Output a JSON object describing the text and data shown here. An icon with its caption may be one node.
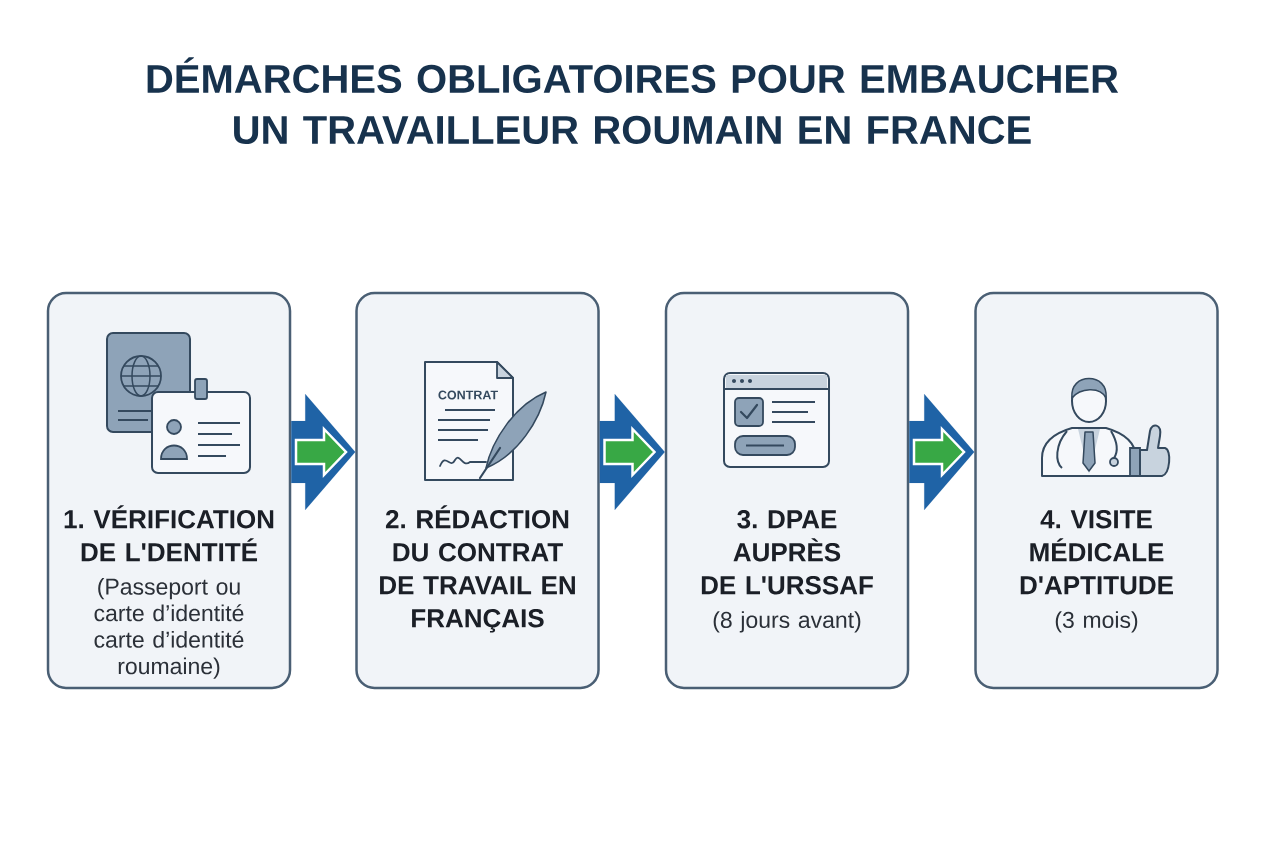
{
  "diagram": {
    "title": "DÉMARCHES OBLIGATOIRES POUR EMBAUCHER UN TRAVAILLEUR ROUMAIN EN FRANCE",
    "nodes": [
      {
        "text": [
          "1. VÉRIFICATION DE L'DENTITÉ",
          "(Passeport ou carte d’identité carte d’identité roumaine)"
        ]
      },
      {
        "text": [
          "2. RÉDACTION DU CONTRAT DE TRAVAIL EN FRANÇAIS"
        ]
      },
      {
        "text": [
          "3. DPAE AUPRÈS DE L'URSSAF",
          "(8 jours avant)"
        ]
      },
      {
        "text": [
          "4. VISITE MÉDICALE D'APTITUDE",
          "(3 mois)"
        ]
      }
    ],
    "edges": [
      {
        "from": 0,
        "to": 1,
        "arrow": "to"
      },
      {
        "from": 1,
        "to": 2,
        "arrow": "to"
      },
      {
        "from": 2,
        "to": 3,
        "arrow": "to"
      }
    ],
    "labels": [
      "CONTRAT"
    ]
  }
}
